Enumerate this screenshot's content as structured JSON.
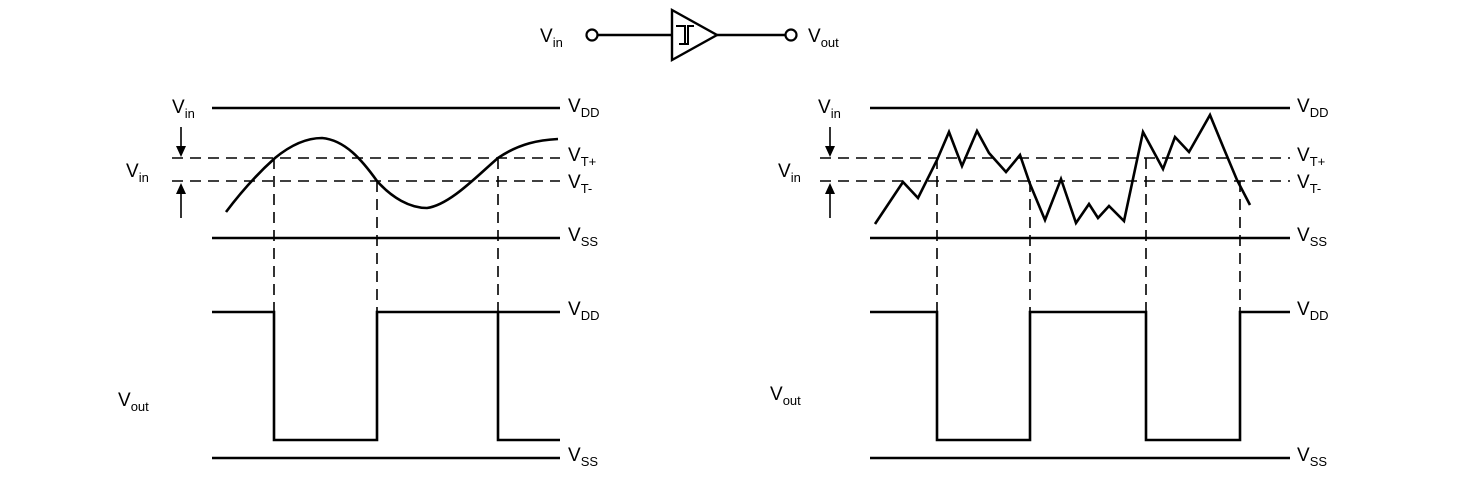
{
  "symbol": {
    "input_label": {
      "main": "V",
      "sub": "in"
    },
    "output_label": {
      "main": "V",
      "sub": "out"
    }
  },
  "panels": [
    {
      "id": "left",
      "input_signal": "smooth",
      "vin_top_label": {
        "main": "V",
        "sub": "in"
      },
      "vin_side_label": {
        "main": "V",
        "sub": "in"
      },
      "vout_label": {
        "main": "V",
        "sub": "out"
      },
      "levels": [
        {
          "main": "V",
          "sub": "DD"
        },
        {
          "main": "V",
          "sub": "T+"
        },
        {
          "main": "V",
          "sub": "T-"
        },
        {
          "main": "V",
          "sub": "SS"
        }
      ],
      "output_levels": [
        {
          "main": "V",
          "sub": "DD"
        },
        {
          "main": "V",
          "sub": "SS"
        }
      ]
    },
    {
      "id": "right",
      "input_signal": "noisy",
      "vin_top_label": {
        "main": "V",
        "sub": "in"
      },
      "vin_side_label": {
        "main": "V",
        "sub": "in"
      },
      "vout_label": {
        "main": "V",
        "sub": "out"
      },
      "levels": [
        {
          "main": "V",
          "sub": "DD"
        },
        {
          "main": "V",
          "sub": "T+"
        },
        {
          "main": "V",
          "sub": "T-"
        },
        {
          "main": "V",
          "sub": "SS"
        }
      ],
      "output_levels": [
        {
          "main": "V",
          "sub": "DD"
        },
        {
          "main": "V",
          "sub": "SS"
        }
      ]
    }
  ]
}
